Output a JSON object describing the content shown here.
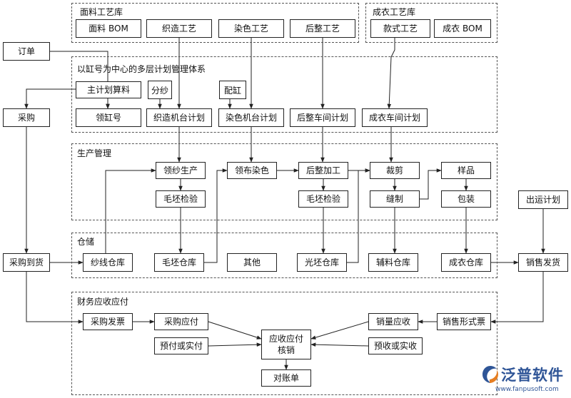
{
  "sections": {
    "fabric_lib": "面料工艺库",
    "garment_lib": "成衣工艺库",
    "planning": "以缸号为中心的多层计划管理体系",
    "production": "生产管理",
    "warehouse": "仓储",
    "finance": "财务应收应付"
  },
  "nodes": {
    "fabric_bom": "面料 BOM",
    "weaving_craft": "织造工艺",
    "dyeing_craft": "染色工艺",
    "finishing_craft": "后整工艺",
    "style_craft": "款式工艺",
    "garment_bom": "成衣 BOM",
    "order": "订单",
    "master_plan": "主计划算料",
    "yarn_split": "分纱",
    "vat_assign": "配缸",
    "lot_number": "领缸号",
    "weaving_plan": "织造机台计划",
    "dyeing_plan": "染色机台计划",
    "finishing_plan": "后整车间计划",
    "garment_plan": "成衣车间计划",
    "purchase": "采购",
    "yarn_production": "领纱生产",
    "cloth_dyeing": "领布染色",
    "finishing_process": "后整加工",
    "cutting": "裁剪",
    "sample": "样品",
    "greige_inspect_1": "毛坯检验",
    "greige_inspect_2": "毛坯检验",
    "sewing": "缝制",
    "packing": "包装",
    "shipping_plan": "出运计划",
    "purchase_arrival": "采购到货",
    "yarn_warehouse": "纱线仓库",
    "greige_warehouse": "毛坯仓库",
    "other": "其他",
    "finished_cloth_wh": "光坯仓库",
    "accessory_wh": "辅料仓库",
    "garment_wh": "成衣仓库",
    "sales_delivery": "销售发货",
    "purchase_invoice": "采购发票",
    "purchase_payable": "采购应付",
    "sales_receivable": "销量应收",
    "sales_invoice": "销售形式票",
    "prepaid_actual": "预付或实付",
    "recv_verify": "应收应付\n核销",
    "prerecv_actual": "预收或实收",
    "reconcile": "对账单"
  },
  "logo": {
    "name": "泛普软件",
    "url": "www.fanpusoft.com"
  }
}
